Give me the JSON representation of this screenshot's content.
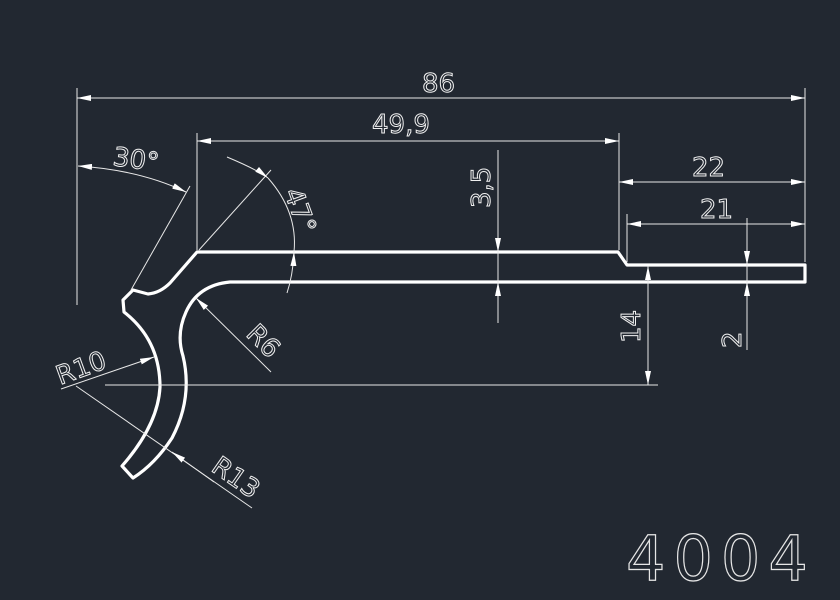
{
  "drawing": {
    "part_number": "4004",
    "dimensions": {
      "overall_width": "86",
      "top_flat_width": "49,9",
      "right_offset_outer": "22",
      "right_offset_inner": "21",
      "step_height": "3,5",
      "height": "14",
      "thickness": "2",
      "angle_left": "30°",
      "angle_bend": "47°",
      "radius_bend": "R6",
      "radius_inner_arc": "R10",
      "radius_outer_arc": "R13"
    },
    "colors": {
      "background": "#222831",
      "lines": "#ffffff"
    }
  }
}
